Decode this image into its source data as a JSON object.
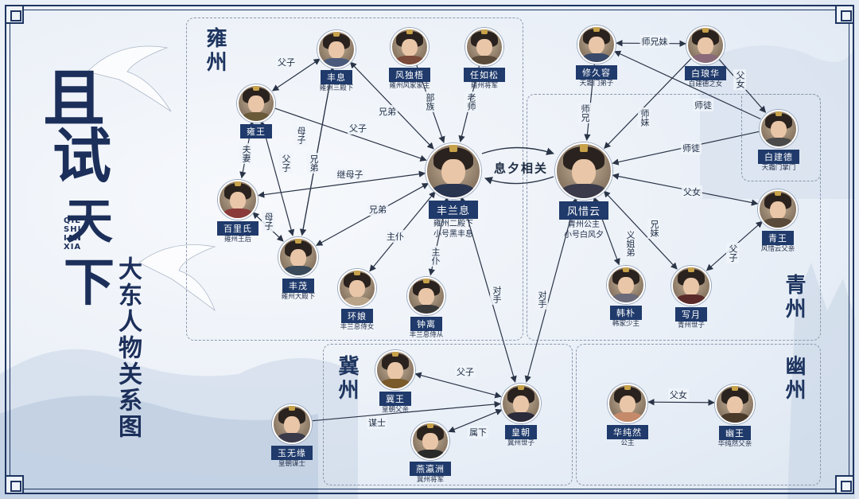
{
  "title": {
    "main_chars": [
      "且",
      "试",
      "天",
      "下"
    ],
    "latin_lines": [
      "QIE",
      "SHII",
      "IAN",
      "XIA"
    ],
    "subtitle": "大东人物关系图"
  },
  "colors": {
    "frame": "#1e3560",
    "tag": "#1f3a6b",
    "region_border": "#8a98ad",
    "edge": "#2a3447"
  },
  "regions": [
    {
      "id": "yong",
      "label": "雍州"
    },
    {
      "id": "qing",
      "label": "青州"
    },
    {
      "id": "ji",
      "label": "冀州"
    },
    {
      "id": "you",
      "label": "幽州"
    }
  ],
  "center_relation": "息夕相关",
  "nodes": [
    {
      "id": "fengxi",
      "name": "丰息",
      "sub": [
        "雍州三殿下"
      ],
      "robe": "#4a5a7a"
    },
    {
      "id": "fengxiwu",
      "name": "风独梧",
      "sub": [
        "雍州风家家主"
      ],
      "robe": "#7a4a3a"
    },
    {
      "id": "renrusong",
      "name": "任如松",
      "sub": [
        "雍州将军"
      ],
      "robe": "#5a4a3a"
    },
    {
      "id": "yongwang",
      "name": "雍王",
      "sub": [],
      "robe": "#6a5a3a"
    },
    {
      "id": "fenglanxi",
      "name": "丰兰息",
      "sub": [
        "雍州二殿下",
        "小号黑丰息"
      ],
      "robe": "#2a3550"
    },
    {
      "id": "baili",
      "name": "百里氏",
      "sub": [
        "雍州王后"
      ],
      "robe": "#8a3a3a"
    },
    {
      "id": "fengmao",
      "name": "丰茂",
      "sub": [
        "雍州大殿下"
      ],
      "robe": "#3a4a5a"
    },
    {
      "id": "huanniang",
      "name": "环娘",
      "sub": [
        "丰兰息侍女"
      ],
      "robe": "#b9a48a"
    },
    {
      "id": "zhongli",
      "name": "钟离",
      "sub": [
        "丰兰息侍从"
      ],
      "robe": "#3a3a3a"
    },
    {
      "id": "xiujiurong",
      "name": "修久容",
      "sub": [
        "天霜门弟子"
      ],
      "robe": "#3a4a6a"
    },
    {
      "id": "baifenghua",
      "name": "白琅华",
      "sub": [
        "白建德之女"
      ],
      "robe": "#8a6a7a"
    },
    {
      "id": "baijiande",
      "name": "白建德",
      "sub": [
        "天霜门掌门"
      ],
      "robe": "#4a4a4a"
    },
    {
      "id": "fengxiyun",
      "name": "风惜云",
      "sub": [
        "青州公主",
        "小号白风夕"
      ],
      "robe": "#3a3a4a"
    },
    {
      "id": "qingwang",
      "name": "青王",
      "sub": [
        "风惜云父亲"
      ],
      "robe": "#5a4a3a"
    },
    {
      "id": "hanpu",
      "name": "韩朴",
      "sub": [
        "韩家少主"
      ],
      "robe": "#6a6a7a"
    },
    {
      "id": "xiuyue",
      "name": "写月",
      "sub": [
        "青州世子"
      ],
      "robe": "#5a2a2a"
    },
    {
      "id": "jiwang",
      "name": "冀王",
      "sub": [
        "皇朝父亲"
      ],
      "robe": "#7a5a2a"
    },
    {
      "id": "huangchao",
      "name": "皇朝",
      "sub": [
        "冀州世子"
      ],
      "robe": "#2a2a3a"
    },
    {
      "id": "yuwuyuan",
      "name": "玉无缘",
      "sub": [
        "皇朝谋士"
      ],
      "robe": "#3a3a4a"
    },
    {
      "id": "yanyingzhou",
      "name": "燕瀛洲",
      "sub": [
        "冀州将军"
      ],
      "robe": "#2a2a2a"
    },
    {
      "id": "huachunran",
      "name": "华纯然",
      "sub": [
        "公主"
      ],
      "robe": "#c48a6a"
    },
    {
      "id": "youwang",
      "name": "幽王",
      "sub": [
        "华纯然父亲"
      ],
      "robe": "#4a3a2a"
    }
  ],
  "edges": [
    {
      "label": "父子"
    },
    {
      "label": "兄弟"
    },
    {
      "label": "部族"
    },
    {
      "label": "老师"
    },
    {
      "label": "父子"
    },
    {
      "label": "母子"
    },
    {
      "label": "父子"
    },
    {
      "label": "兄弟"
    },
    {
      "label": "夫妻"
    },
    {
      "label": "继母子"
    },
    {
      "label": "母子"
    },
    {
      "label": "兄弟"
    },
    {
      "label": "主仆"
    },
    {
      "label": "主仆"
    },
    {
      "label": "对手"
    },
    {
      "label": "对手"
    },
    {
      "label": "师兄妹"
    },
    {
      "label": "师兄"
    },
    {
      "label": "师妹"
    },
    {
      "label": "师徒"
    },
    {
      "label": "师徒"
    },
    {
      "label": "父女"
    },
    {
      "label": "父女"
    },
    {
      "label": "义姐弟"
    },
    {
      "label": "兄妹"
    },
    {
      "label": "父子"
    },
    {
      "label": "父子"
    },
    {
      "label": "谋士"
    },
    {
      "label": "属下"
    },
    {
      "label": "父女"
    }
  ]
}
